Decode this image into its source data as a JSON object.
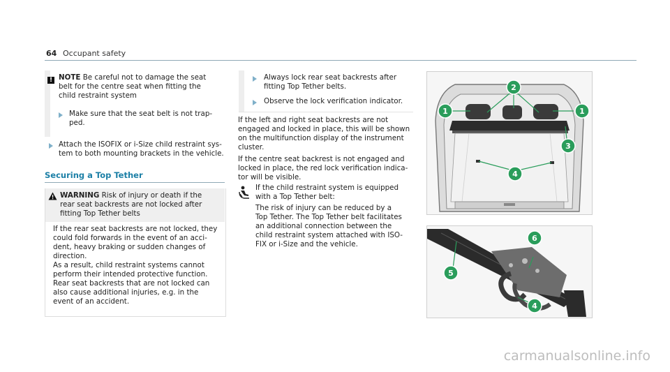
{
  "header": {
    "page_number": "64",
    "section": "Occupant safety"
  },
  "note": {
    "icon": "exclamation-icon",
    "label": "NOTE",
    "line1": "Be careful not to damage the seat",
    "line2": "belt for the centre seat when fitting the",
    "line3": "child restraint system",
    "step1": "Make sure that the seat belt is not trap-",
    "step1b": "ped."
  },
  "step_isofix": {
    "line1": "Attach the ISOFIX or i-Size child restraint sys-",
    "line2": "tem to both mounting brackets in the vehicle."
  },
  "section_title": "Securing a Top Tether",
  "warning": {
    "icon": "warning-triangle-icon",
    "label": "WARNING",
    "head1": "Risk of injury or death if the",
    "head2": "rear seat backrests are not locked after",
    "head3": "fitting Top Tether belts",
    "body": [
      "If the rear seat backrests are not locked, they",
      "could fold forwards in the event of an acci-",
      "dent, heavy braking or sudden changes of",
      "direction.",
      "As a result, child restraint systems cannot",
      "perform their intended protective function.",
      "Rear seat backrests that are not locked can",
      "also cause additional injuries, e.g. in the",
      "event of an accident."
    ]
  },
  "steps_mid": {
    "s1a": "Always lock rear seat backrests after",
    "s1b": "fitting Top Tether belts.",
    "s2": "Observe the lock verification indicator."
  },
  "para1": [
    "If the left and right seat backrests are not",
    "engaged and locked in place, this will be shown",
    "on the multifunction display of the instrument",
    "cluster."
  ],
  "para2": [
    "If the centre seat backrest is not engaged and",
    "locked in place, the red lock verification indica-",
    "tor will be visible."
  ],
  "child_note": {
    "icon": "child-seat-icon",
    "lines": [
      "If the child restraint system is equipped",
      "with a Top Tether belt:",
      "The risk of injury can be reduced by a",
      "Top Tether. The Top Tether belt facilitates",
      "an additional connection between the",
      "child restraint system attached with ISO-",
      "FIX or i-Size and the vehicle."
    ]
  },
  "figure_top": {
    "callouts": [
      "1",
      "2",
      "1",
      "3",
      "4"
    ]
  },
  "figure_bottom": {
    "callouts": [
      "6",
      "5",
      "4"
    ]
  },
  "watermark": "carmanualsonline.info",
  "colors": {
    "accent": "#1b7fa6",
    "callout": "#2a9d5b",
    "rule": "#8fa9b6"
  }
}
